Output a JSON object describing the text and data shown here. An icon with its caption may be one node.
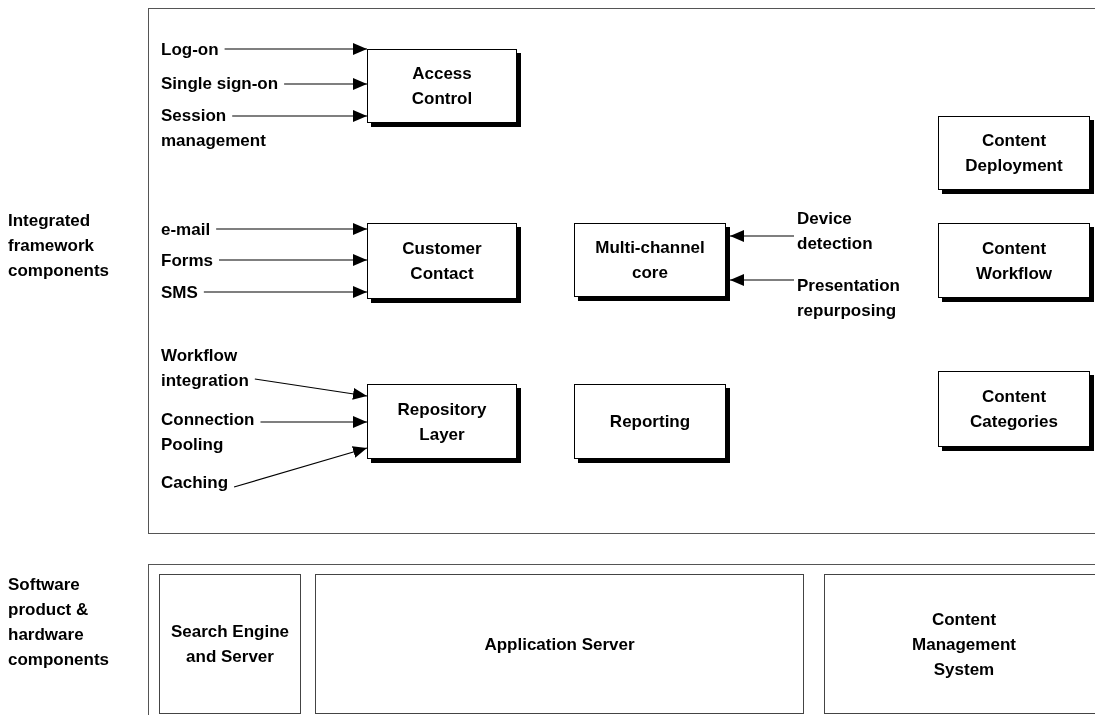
{
  "diagram": {
    "nodes": [
      {
        "text": [
          "Integrated framework components"
        ]
      },
      {
        "text": [
          "Log-on"
        ],
        "in": 0
      },
      {
        "text": [
          "Single sign-on"
        ],
        "in": 0
      },
      {
        "text": [
          "Session management"
        ],
        "in": 0
      },
      {
        "text": [
          "Access Control"
        ],
        "in": 0
      },
      {
        "text": [
          "e-mail"
        ],
        "in": 0
      },
      {
        "text": [
          "Forms"
        ],
        "in": 0
      },
      {
        "text": [
          "SMS"
        ],
        "in": 0
      },
      {
        "text": [
          "Customer Contact"
        ],
        "in": 0
      },
      {
        "text": [
          "Workflow integration"
        ],
        "in": 0
      },
      {
        "text": [
          "Connection Pooling"
        ],
        "in": 0
      },
      {
        "text": [
          "Caching"
        ],
        "in": 0
      },
      {
        "text": [
          "Repository Layer"
        ],
        "in": 0
      },
      {
        "text": [
          "Multi-channel core"
        ],
        "in": 0
      },
      {
        "text": [
          "Device detection"
        ],
        "in": 0
      },
      {
        "text": [
          "Presentation repurposing"
        ],
        "in": 0
      },
      {
        "text": [
          "Reporting"
        ],
        "in": 0
      },
      {
        "text": [
          "Content Deployment"
        ],
        "in": 0
      },
      {
        "text": [
          "Content Workflow"
        ],
        "in": 0
      },
      {
        "text": [
          "Content Categories"
        ],
        "in": 0
      },
      {
        "text": [
          "Software product & hardware components"
        ]
      },
      {
        "text": [
          "Search Engine and Server"
        ],
        "in": 20
      },
      {
        "text": [
          "Application Server"
        ],
        "in": 20
      },
      {
        "text": [
          "Content Management System"
        ],
        "in": 20
      }
    ],
    "edges": [
      {
        "from": 1,
        "to": 4,
        "arrow": "to"
      },
      {
        "from": 2,
        "to": 4,
        "arrow": "to"
      },
      {
        "from": 3,
        "to": 4,
        "arrow": "to"
      },
      {
        "from": 5,
        "to": 8,
        "arrow": "to"
      },
      {
        "from": 6,
        "to": 8,
        "arrow": "to"
      },
      {
        "from": 7,
        "to": 8,
        "arrow": "to"
      },
      {
        "from": 9,
        "to": 12,
        "arrow": "to"
      },
      {
        "from": 10,
        "to": 12,
        "arrow": "to"
      },
      {
        "from": 11,
        "to": 12,
        "arrow": "to"
      },
      {
        "from": 14,
        "to": 13,
        "arrow": "to"
      },
      {
        "from": 15,
        "to": 13,
        "arrow": "to"
      }
    ]
  }
}
